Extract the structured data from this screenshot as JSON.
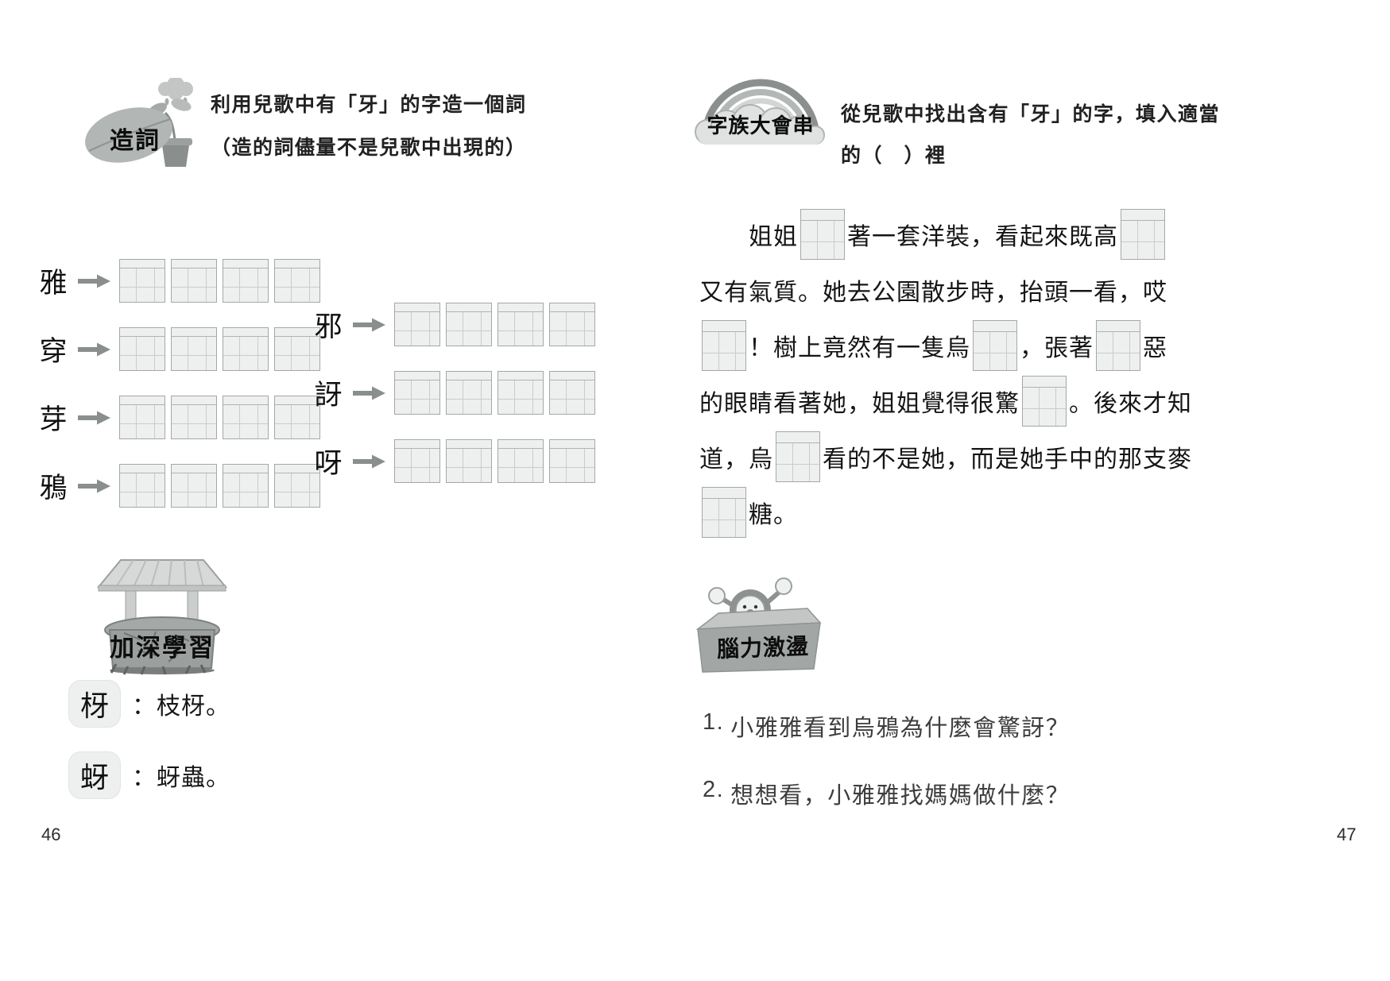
{
  "left_page": {
    "page_number": "46",
    "word_builder": {
      "badge_label": "造詞",
      "instruction_line1": "利用兒歌中有「牙」的字造一個詞",
      "instruction_line2": "（造的詞儘量不是兒歌中出現的）",
      "rows_left": [
        "雅",
        "穿",
        "芽",
        "鴉"
      ],
      "rows_right": [
        "邪",
        "訝",
        "呀"
      ]
    },
    "deep_learning": {
      "badge_label": "加深學習",
      "entries": [
        {
          "char": "枒",
          "definition": "：枝枒。"
        },
        {
          "char": "蚜",
          "definition": "：蚜蟲。"
        }
      ]
    }
  },
  "right_page": {
    "page_number": "47",
    "word_family": {
      "badge_label": "字族大會串",
      "instruction_line1": "從兒歌中找出含有「牙」的字，填入適當",
      "instruction_line2": "的（　）裡",
      "story_lines": [
        [
          {
            "text": "姐姐"
          },
          {
            "box": true
          },
          {
            "text": "著一套洋裝，看起來既高"
          },
          {
            "box": true
          }
        ],
        [
          {
            "text": "又有氣質。她去公園散步時，抬頭一看，哎"
          }
        ],
        [
          {
            "box": true
          },
          {
            "text": "！樹上竟然有一隻烏"
          },
          {
            "box": true
          },
          {
            "text": "，張著"
          },
          {
            "box": true
          },
          {
            "text": "惡"
          }
        ],
        [
          {
            "text": "的眼睛看著她，姐姐覺得很驚"
          },
          {
            "box": true
          },
          {
            "text": "。後來才知"
          }
        ],
        [
          {
            "text": "道，烏"
          },
          {
            "box": true
          },
          {
            "text": "看的不是她，而是她手中的那支麥"
          }
        ],
        [
          {
            "box": true
          },
          {
            "text": "糖。"
          }
        ]
      ]
    },
    "brainstorm": {
      "badge_label": "腦力激盪",
      "questions": [
        {
          "number": "1.",
          "text": "小雅雅看到烏鴉為什麼會驚訝？"
        },
        {
          "number": "2.",
          "text": "想想看，小雅雅找媽媽做什麼？"
        }
      ]
    }
  }
}
